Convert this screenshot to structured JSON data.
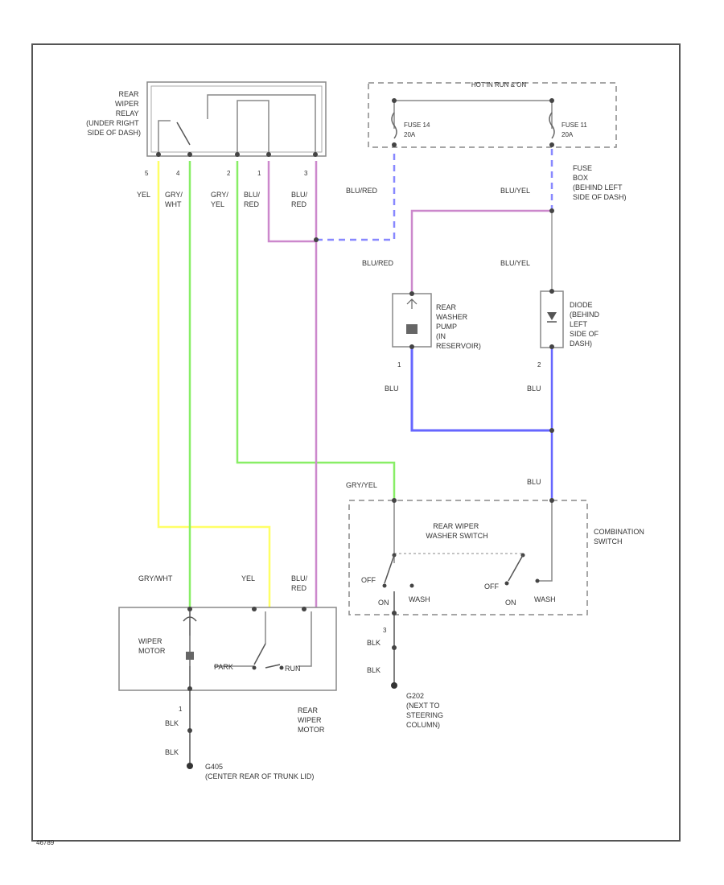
{
  "diagram": {
    "footer_code": "46789",
    "components": {
      "relay": {
        "label_lines": [
          "REAR",
          "WIPER",
          "RELAY",
          "(UNDER RIGHT",
          "SIDE OF DASH)"
        ],
        "pins": [
          "5",
          "4",
          "2",
          "1",
          "3"
        ]
      },
      "fuse_box": {
        "title": "HOT IN RUN & ON",
        "fuse1_lines": [
          "FUSE 14",
          "20A"
        ],
        "fuse2_lines": [
          "FUSE 11",
          "20A"
        ],
        "location_lines": [
          "FUSE",
          "BOX",
          "(BEHIND LEFT",
          "SIDE OF DASH)"
        ]
      },
      "washer_pump": {
        "label_lines": [
          "REAR",
          "WASHER",
          "PUMP",
          "(IN",
          "RESERVOIR)"
        ],
        "pin": "1"
      },
      "diode": {
        "label_lines": [
          "DIODE",
          "(BEHIND",
          "LEFT",
          "SIDE OF",
          "DASH)"
        ],
        "pin": "2"
      },
      "combination_switch": {
        "title_lines": [
          "REAR WIPER",
          "WASHER SWITCH"
        ],
        "location_lines": [
          "COMBINATION",
          "SWITCH"
        ],
        "left_off": "OFF",
        "left_on": "ON",
        "left_wash": "WASH",
        "right_off": "OFF",
        "right_on": "ON",
        "right_wash": "WASH",
        "pin": "3"
      },
      "wiper_motor": {
        "inner_label_lines": [
          "WIPER",
          "MOTOR"
        ],
        "park": "PARK",
        "run": "RUN",
        "outer_label_lines": [
          "REAR",
          "WIPER",
          "MOTOR"
        ],
        "pin": "1"
      },
      "ground_g405": {
        "label_lines": [
          "G405",
          "(CENTER REAR OF TRUNK LID)"
        ]
      },
      "ground_g202": {
        "label_lines": [
          "G202",
          "(NEXT TO",
          "STEERING",
          "COLUMN)"
        ]
      }
    },
    "wire_labels": {
      "relay_yel": "YEL",
      "relay_gry_wht": [
        "GRY/",
        "WHT"
      ],
      "relay_gry_yel": [
        "GRY/",
        "YEL"
      ],
      "relay_blu_red_1": [
        "BLU/",
        "RED"
      ],
      "relay_blu_red_3": [
        "BLU/",
        "RED"
      ],
      "fuse14_out": "BLU/RED",
      "fuse11_out": "BLU/YEL",
      "pump_in": "BLU/RED",
      "diode_in": "BLU/YEL",
      "pump_out": "BLU",
      "diode_out": "BLU",
      "switch_in_right": "BLU",
      "switch_in_left": "GRY/YEL",
      "motor_gry_wht": "GRY/WHT",
      "motor_yel": "YEL",
      "motor_blu_red": [
        "BLU/",
        "RED"
      ],
      "switch_blk_1": "BLK",
      "switch_blk_2": "BLK",
      "motor_blk_1": "BLK",
      "motor_blk_2": "BLK"
    },
    "wire_colors": {
      "yellow": "#ffff66",
      "green": "#88ee66",
      "magenta": "#cc88cc",
      "blue": "#6666ff",
      "dashed_blue": "#8888ff",
      "gray": "#888888",
      "black": "#333333"
    }
  }
}
